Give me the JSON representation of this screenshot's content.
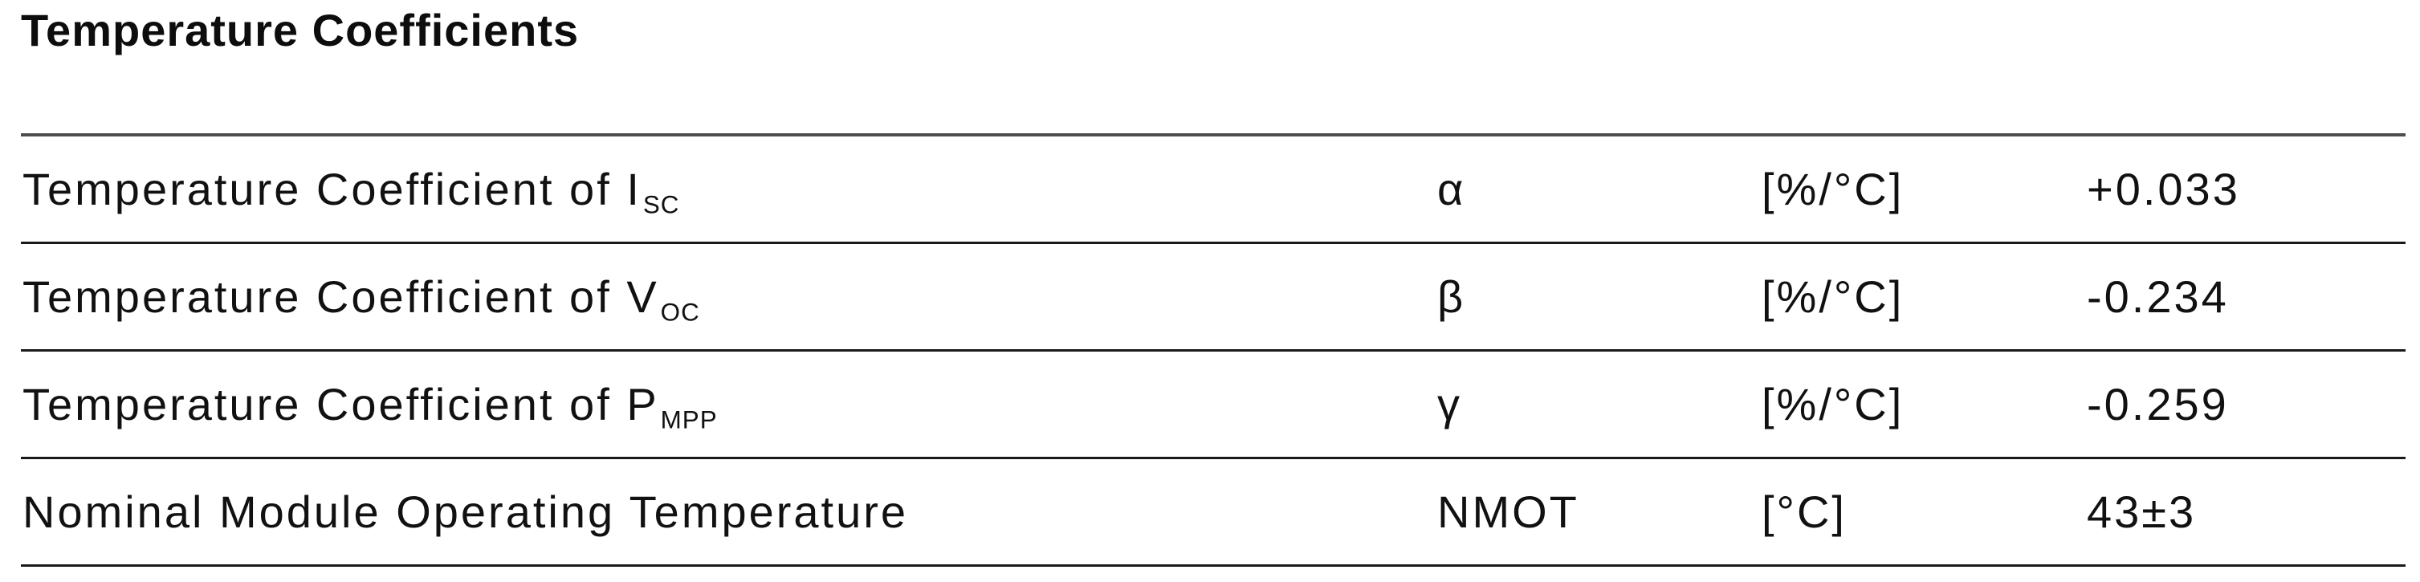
{
  "title": "Temperature Coefficients",
  "table": {
    "columns": [
      "parameter",
      "symbol",
      "unit",
      "value"
    ],
    "rows": [
      {
        "parameter": "Temperature Coefficient of I",
        "parameter_sub": "SC",
        "symbol": "α",
        "unit": "[%/°C]",
        "value": "+0.033"
      },
      {
        "parameter": "Temperature Coefficient of V",
        "parameter_sub": "OC",
        "symbol": "β",
        "unit": "[%/°C]",
        "value": "-0.234"
      },
      {
        "parameter": "Temperature Coefficient of P",
        "parameter_sub": "MPP",
        "symbol": "γ",
        "unit": "[%/°C]",
        "value": "-0.259"
      },
      {
        "parameter": "Nominal Module Operating Temperature",
        "parameter_sub": "",
        "symbol": "NMOT",
        "unit": "[°C]",
        "value": "43±3"
      }
    ]
  },
  "colors": {
    "background": "#ffffff",
    "text": "#111111",
    "rule_top": "#4d4d4d",
    "rule_row": "#1a1a1a"
  }
}
